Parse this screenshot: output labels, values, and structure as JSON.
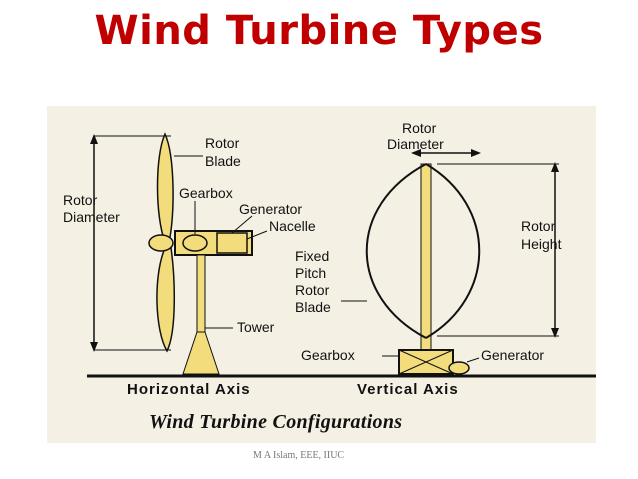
{
  "slide": {
    "title": "Wind Turbine Types",
    "footer": "M A Islam, EEE, IIUC"
  },
  "diagram": {
    "caption": "Wind Turbine Configurations",
    "horizontal": {
      "axis_label": "Horizontal Axis",
      "labels": {
        "rotor_blade_1": "Rotor",
        "rotor_blade_2": "Blade",
        "rotor_diameter_1": "Rotor",
        "rotor_diameter_2": "Diameter",
        "gearbox": "Gearbox",
        "generator": "Generator",
        "nacelle": "Nacelle",
        "tower": "Tower"
      }
    },
    "vertical": {
      "axis_label": "Vertical Axis",
      "labels": {
        "rotor_diameter_1": "Rotor",
        "rotor_diameter_2": "Diameter",
        "rotor_height_1": "Rotor",
        "rotor_height_2": "Height",
        "fixed_1": "Fixed",
        "fixed_2": "Pitch",
        "fixed_3": "Rotor",
        "fixed_4": "Blade",
        "gearbox": "Gearbox",
        "generator": "Generator"
      }
    }
  }
}
